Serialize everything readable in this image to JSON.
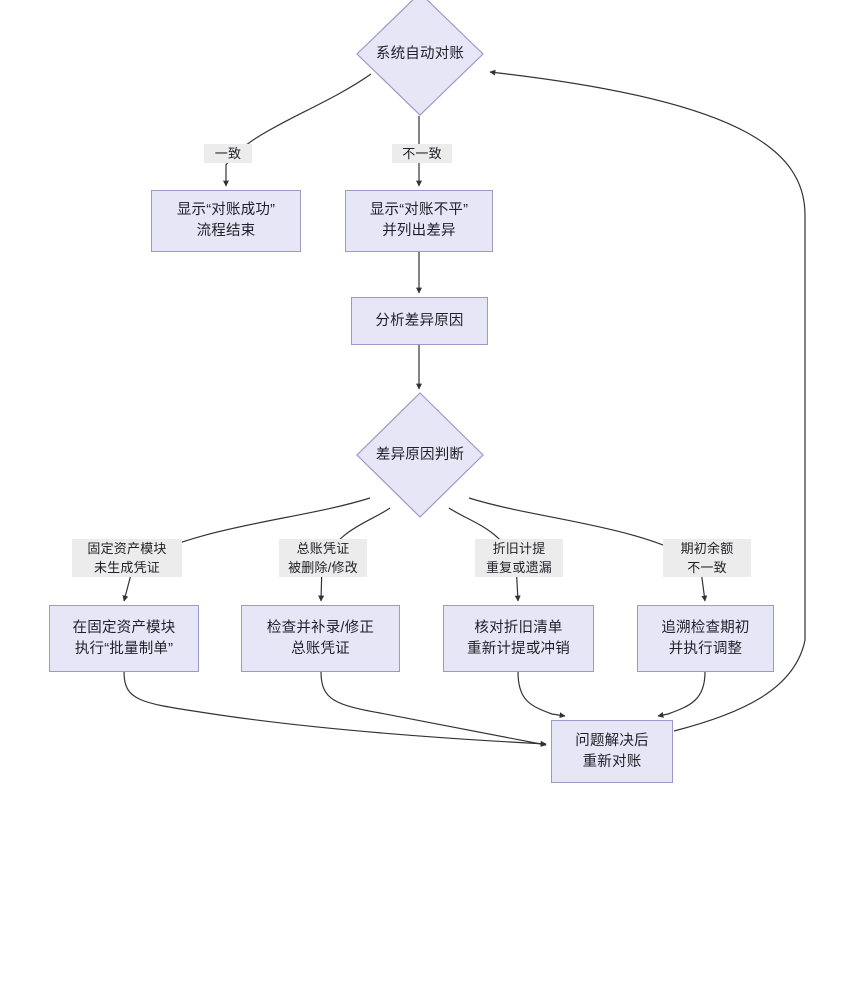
{
  "diagram": {
    "type": "flowchart",
    "title": "",
    "orientation": "top-down",
    "theme": {
      "node_fill": "#e7e6f7",
      "node_stroke": "#9f97c9",
      "edge_stroke": "#333333",
      "edge_label_bg": "#ececec",
      "text_color": "#1f1f27",
      "canvas_bg": "#ffffff"
    },
    "nodes": {
      "auto_recon": {
        "shape": "diamond",
        "text": "系统自动对账"
      },
      "recon_success": {
        "shape": "rect",
        "text": "显示“对账成功”\n流程结束"
      },
      "recon_unbalanced": {
        "shape": "rect",
        "text": "显示“对账不平”\n并列出差异"
      },
      "analyze_diff": {
        "shape": "rect",
        "text": "分析差异原因"
      },
      "diff_reason_judge": {
        "shape": "diamond",
        "text": "差异原因判断"
      },
      "fa_batch_voucher": {
        "shape": "rect",
        "text": "在固定资产模块\n执行“批量制单”"
      },
      "check_gl_voucher": {
        "shape": "rect",
        "text": "检查并补录/修正\n总账凭证"
      },
      "check_depreciation": {
        "shape": "rect",
        "text": "核对折旧清单\n重新计提或冲销"
      },
      "trace_opening": {
        "shape": "rect",
        "text": "追溯检查期初\n并执行调整"
      },
      "re_reconcile": {
        "shape": "rect",
        "text": "问题解决后\n重新对账"
      }
    },
    "edges": [
      {
        "from": "auto_recon",
        "to": "recon_success",
        "label": "一致"
      },
      {
        "from": "auto_recon",
        "to": "recon_unbalanced",
        "label": "不一致"
      },
      {
        "from": "recon_unbalanced",
        "to": "analyze_diff",
        "label": ""
      },
      {
        "from": "analyze_diff",
        "to": "diff_reason_judge",
        "label": ""
      },
      {
        "from": "diff_reason_judge",
        "to": "fa_batch_voucher",
        "label": "固定资产模块\n未生成凭证"
      },
      {
        "from": "diff_reason_judge",
        "to": "check_gl_voucher",
        "label": "总账凭证\n被删除/修改"
      },
      {
        "from": "diff_reason_judge",
        "to": "check_depreciation",
        "label": "折旧计提\n重复或遗漏"
      },
      {
        "from": "diff_reason_judge",
        "to": "trace_opening",
        "label": "期初余额\n不一致"
      },
      {
        "from": "fa_batch_voucher",
        "to": "re_reconcile",
        "label": ""
      },
      {
        "from": "check_gl_voucher",
        "to": "re_reconcile",
        "label": ""
      },
      {
        "from": "check_depreciation",
        "to": "re_reconcile",
        "label": ""
      },
      {
        "from": "trace_opening",
        "to": "re_reconcile",
        "label": ""
      },
      {
        "from": "re_reconcile",
        "to": "auto_recon",
        "label": ""
      }
    ],
    "edge_labels": {
      "yes_match": "一致",
      "no_match": "不一致",
      "branch_fa": "固定资产模块\n未生成凭证",
      "branch_gl": "总账凭证\n被删除/修改",
      "branch_dep": "折旧计提\n重复或遗漏",
      "branch_open": "期初余额\n不一致"
    }
  }
}
